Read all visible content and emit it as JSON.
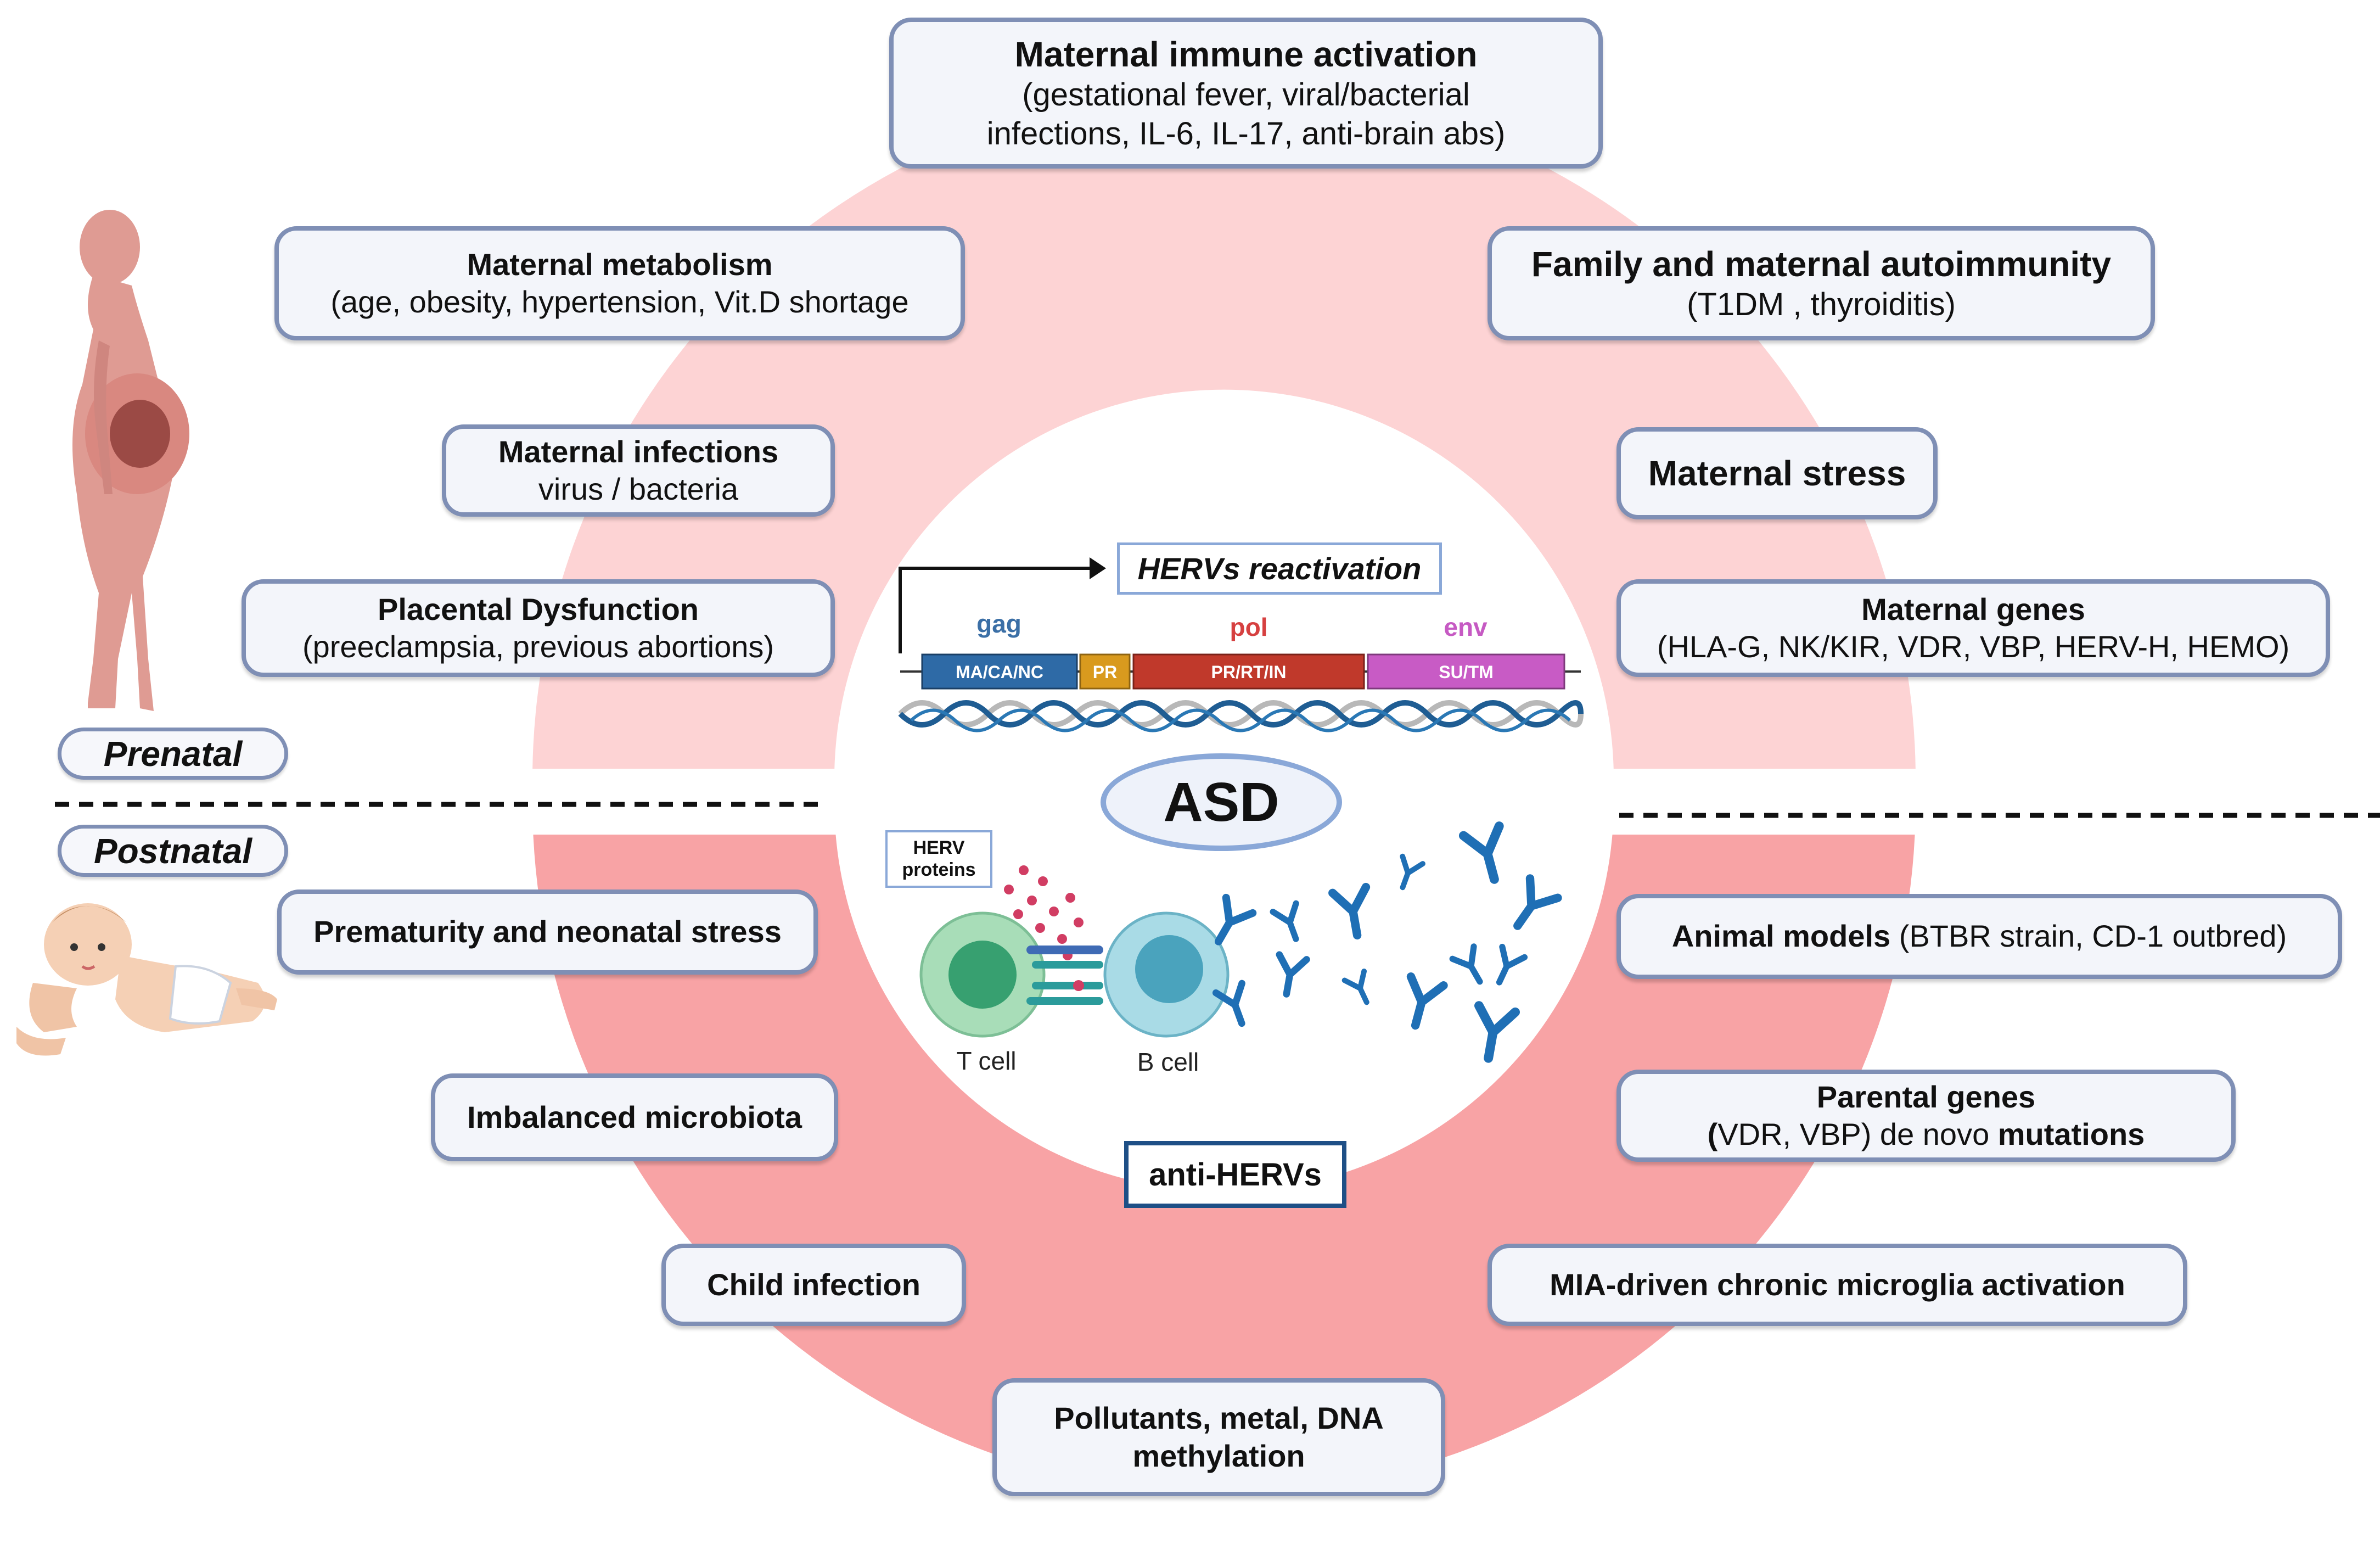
{
  "prenatal_boxes": {
    "mia_title": "Maternal immune activation",
    "mia_line1": "(gestational fever, viral/bacterial",
    "mia_line2": "infections, IL-6, IL-17, anti-brain abs)",
    "metab_title": "Maternal metabolism",
    "metab_detail": "(age, obesity, hypertension, Vit.D shortage",
    "autoimm_title": "Family and maternal autoimmunity",
    "autoimm_detail": "(T1DM , thyroiditis)",
    "infect_title": "Maternal infections",
    "infect_detail": "virus / bacteria",
    "stress_title": "Maternal stress",
    "placenta_title": "Placental Dysfunction",
    "placenta_detail": "(preeclampsia, previous abortions)",
    "genes_title": "Maternal genes",
    "genes_detail": "(HLA-G, NK/KIR, VDR, VBP, HERV-H, HEMO)"
  },
  "postnatal_boxes": {
    "premat_title": "Prematurity and neonatal stress",
    "animal_title": "Animal models",
    "animal_detail": " (BTBR strain, CD-1 outbred)",
    "microbiota_title": "Imbalanced microbiota",
    "parental_title": "Parental genes",
    "parental_l2_open": "(",
    "parental_l2_vdr": "VDR, VBP) de novo ",
    "parental_l2_mut": "mutations",
    "child_title": "Child infection",
    "mia_micro_title": "MIA-driven chronic microglia activation",
    "pollut_line1": "Pollutants, metal, DNA",
    "pollut_line2": "methylation"
  },
  "phases": {
    "prenatal": "Prenatal",
    "postnatal": "Postnatal"
  },
  "center": {
    "herv_reactivation": "HERVs reactivation",
    "gene_gag": "gag",
    "gene_pol": "pol",
    "gene_env": "env",
    "seg_ma": "MA/CA/NC",
    "seg_pr": "PR",
    "seg_prrtin": "PR/RT/IN",
    "seg_sutm": "SU/TM",
    "asd": "ASD",
    "herv_proteins_l1": "HERV",
    "herv_proteins_l2": "proteins",
    "t_cell": "T cell",
    "b_cell": "B cell",
    "anti_hervs": "anti-HERVs"
  },
  "colors": {
    "ring_top": "#fdd3d4",
    "ring_bottom": "#f8a3a5",
    "box_border": "#7f8fb5",
    "gag": "#2e6aa6",
    "pr": "#d99a1e",
    "pol": "#c0392b",
    "env": "#c85bc5",
    "gag_label": "#3b6fa6",
    "pol_label": "#d64040",
    "env_label": "#c65ac3",
    "anti_border": "#1e4f86",
    "antibody": "#1f6fb5"
  }
}
